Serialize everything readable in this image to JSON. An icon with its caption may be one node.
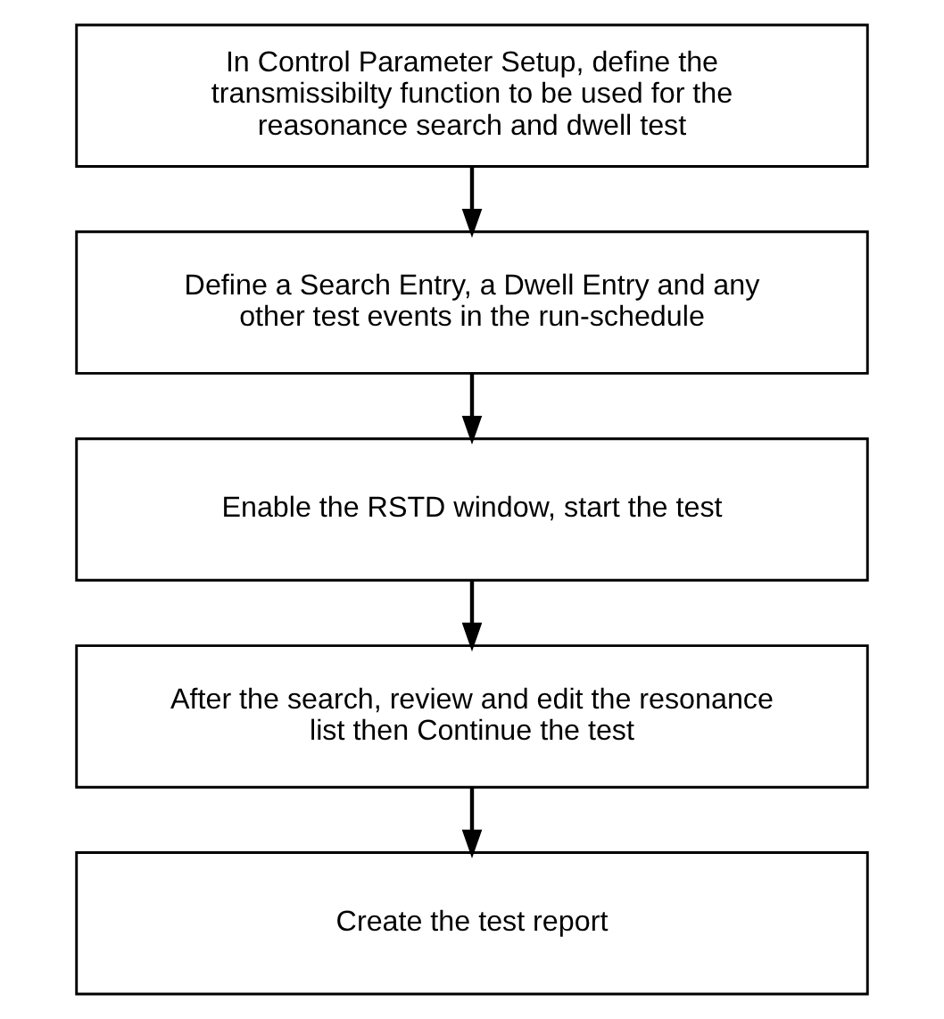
{
  "diagram": {
    "nodes": [
      {
        "text": [
          "In Control Parameter Setup, define the transmissibilty function to be used for the reasonance search and dwell test"
        ]
      },
      {
        "text": [
          "Define a Search Entry, a Dwell Entry and any other test events in the run-schedule"
        ]
      },
      {
        "text": [
          "Enable the RSTD window, start the test"
        ]
      },
      {
        "text": [
          "After the search, review and edit the resonance list then Continue the test"
        ]
      },
      {
        "text": [
          "Create the test report"
        ]
      }
    ],
    "edges": [
      {
        "from": 0,
        "to": 1,
        "arrow": "to"
      },
      {
        "from": 1,
        "to": 2,
        "arrow": "to"
      },
      {
        "from": 2,
        "to": 3,
        "arrow": "to"
      },
      {
        "from": 3,
        "to": 4,
        "arrow": "to"
      }
    ]
  }
}
